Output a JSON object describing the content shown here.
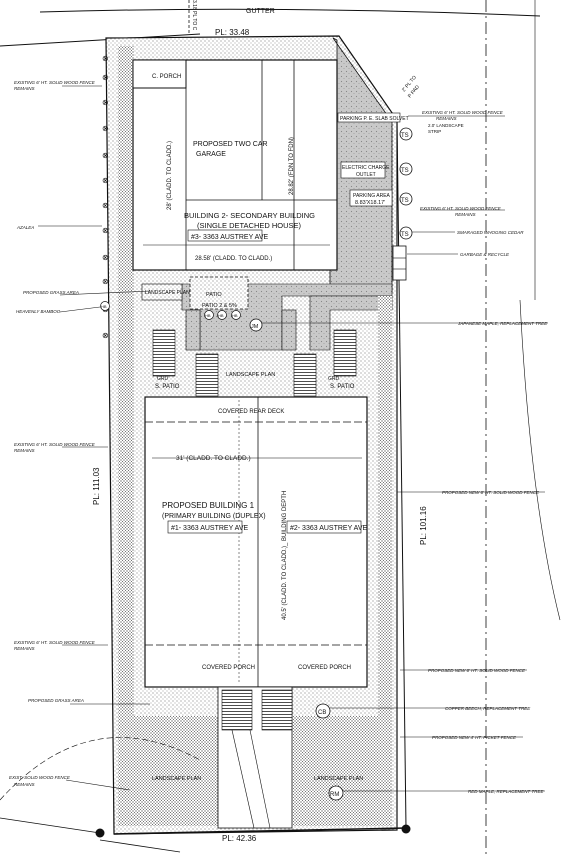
{
  "top": {
    "gutter": "GUTTER",
    "pl_top": "PL: 33.48",
    "note_vertical": "3.18 PL TO C",
    "pad_note_1": "2' PL TO",
    "pad_note_2": "P PAD"
  },
  "left_notes": {
    "fence_1a": "EXISTING 6' HT. SOLID WOOD FENCE",
    "fence_1b": "REMAINS",
    "azalea": "AZALEA",
    "grass_1": "PROPOSED GRASS AREA",
    "bamboo": "HEAVENLY BAMBOO",
    "fence_2a": "EXISTING 6' HT. SOLID WOOD FENCE",
    "fence_2b": "REMAINS",
    "fence_3a": "EXISTING 6' HT. SOLID WOOD FENCE",
    "fence_3b": "REMAINS",
    "grass_2": "PROPOSED GRASS AREA",
    "fence_4a": "EXIST. SOLID WOOD FENCE",
    "fence_4b": "REMAINS"
  },
  "right_notes": {
    "fence_1a": "EXISTING 6' HT. SOLID WOOD FENCE",
    "fence_1b": "REMAINS",
    "strip_1": "2.0' LANDSCAPE",
    "strip_2": "STRIP",
    "fence_2a": "EXISTING 6' HT. SOLID WOOD FENCE",
    "fence_2b": "REMAINS",
    "cedar": "SMARAGED WHOGING CEDAR",
    "garbage": "GARBAGE & RECYCLE",
    "maple": "JAPANESE MAPLE, REPLACEMENT TREE",
    "new_fence_1": "PROPOSED NEW 6' HT. SOLID WOOD FENCE",
    "new_fence_2": "PROPOSED NEW 6' HT. SOLID WOOD FENCE",
    "beech": "COPPER BEECH, REPLACEMENT TREE",
    "picket": "PROPOSED NEW 4' HT. PICKET FENCE",
    "red_maple": "RED MAPLE, REPLACEMENT TREE"
  },
  "property": {
    "pl_left": "PL: 111.03",
    "pl_right": "PL: 101.16",
    "pl_bottom": "PL: 42.36"
  },
  "building2": {
    "porch": "C. PORCH",
    "garage_1": "PROPOSED TWO CAR",
    "garage_2": "GARAGE",
    "title_1": "BUILDING 2-  SECONDARY BUILDING",
    "title_2": "(SINGLE DETACHED HOUSE)",
    "address": "#3- 3363 AUSTREY AVE",
    "width": "28.58' (CLADD. TO CLADD.)",
    "depth_left": "28' (CLADD. TO CLADD.)",
    "depth_right": "28.82' (FDN TO FDN)",
    "patio_1": "PATIO",
    "patio_2": "PATIO 2 & 5%",
    "yard_label": "LANDSCAPE PLAN"
  },
  "parking": {
    "stall_label": "PARKING P. E. SLAB SOLVET",
    "charger_1": "ELECTRIC CHARGE",
    "charger_2": "OUTLET",
    "stall_1": "PARKING AREA",
    "stall_2": "8.83'X18.17'"
  },
  "building1": {
    "deck": "COVERED REAR  DECK",
    "width": "31' (CLADD. TO CLADD.)",
    "title_1": "PROPOSED  BUILDING 1",
    "title_2": "(PRIMARY BUILDING (DUPLEX)",
    "address_1": "#1- 3363 AUSTREY AVE",
    "address_2": "#2- 3363 AUSTREY AVE",
    "depth": "40.5' (CLADD. TO CLADD.)_ BUILDING DEPTH",
    "porch_left": "COVERED PORCH",
    "porch_right": "COVERED PORCH",
    "patio_left_1": "GRD",
    "patio_left_2": "S. PATIO",
    "patio_right_1": "GRD",
    "patio_right_2": "S. PATIO",
    "landscape_mid": "LANDSCAPE PLAN"
  },
  "front": {
    "landscape_left": "LANDSCAPE PLAN",
    "landscape_right": "LANDSCAPE PLAN"
  },
  "trees": {
    "ts_1": "TS",
    "ts_2": "TS",
    "ts_3": "TS",
    "ts_4": "TS",
    "jm": "JM",
    "cb": "CB",
    "rm": "RM",
    "hb_1": "HB",
    "hb_2": "HB",
    "hb_3": "HB",
    "hb_4": "HB",
    "fence_marker": "⊗"
  },
  "colors": {
    "ink": "#111111",
    "hatch": "#555555",
    "paving": "#c9c9c9"
  }
}
